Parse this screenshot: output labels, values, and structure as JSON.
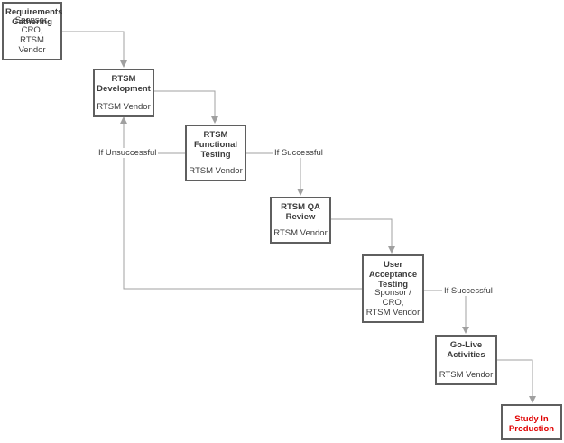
{
  "steps": [
    {
      "title_lines": [
        "Requirements",
        "Gathering"
      ],
      "owner_lines": [
        "Sponsor, CRO,",
        "RTSM Vendor"
      ]
    },
    {
      "title_lines": [
        "RTSM",
        "Development"
      ],
      "owner_lines": [
        "RTSM Vendor"
      ]
    },
    {
      "title_lines": [
        "RTSM",
        "Functional",
        "Testing"
      ],
      "owner_lines": [
        "RTSM Vendor"
      ]
    },
    {
      "title_lines": [
        "RTSM QA",
        "Review"
      ],
      "owner_lines": [
        "RTSM Vendor"
      ]
    },
    {
      "title_lines": [
        "User",
        "Acceptance",
        "Testing"
      ],
      "owner_lines": [
        "Sponsor / CRO,",
        "RTSM Vendor"
      ]
    },
    {
      "title_lines": [
        "Go-Live",
        "Activities"
      ],
      "owner_lines": [
        "RTSM Vendor"
      ]
    },
    {
      "title_lines": [
        "Study In",
        "Production"
      ],
      "owner_lines": []
    }
  ],
  "edge_labels": {
    "unsuccessful": "If Unsuccessful",
    "successful_1": "If Successful",
    "successful_2": "If Successful"
  },
  "colors": {
    "border": "#5f5f5f",
    "connector": "#a0a0a0",
    "text": "#3b3b3b",
    "final_title": "#e00000"
  }
}
